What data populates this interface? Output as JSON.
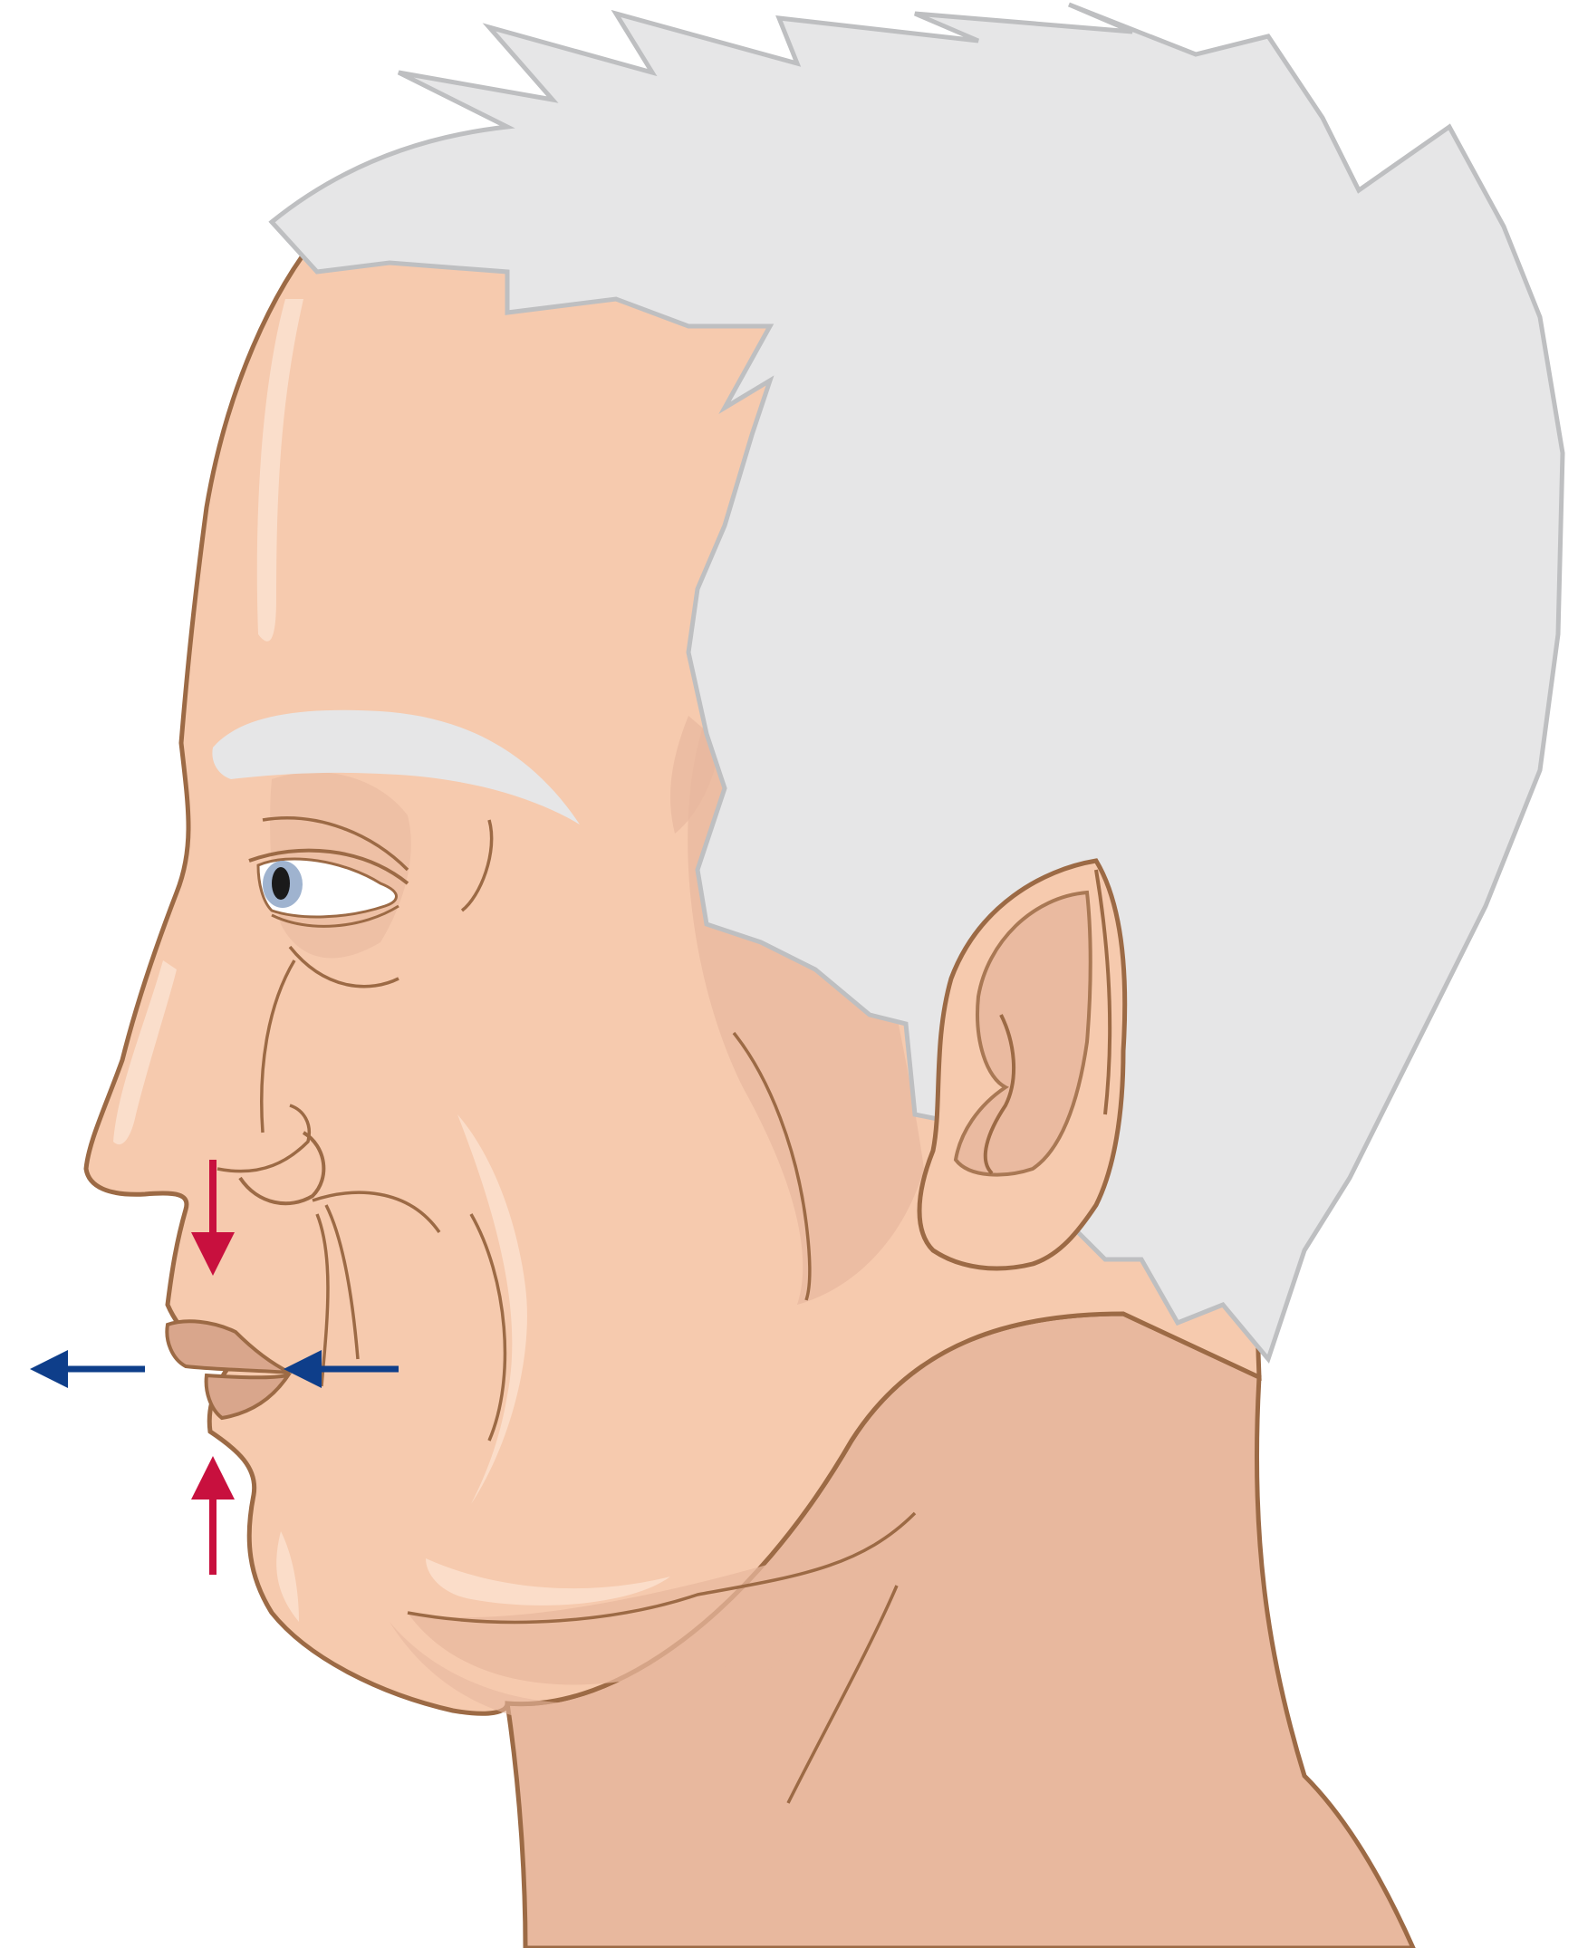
{
  "figure": {
    "subject": "elderly-man-head-profile",
    "colors": {
      "skin": "#F6CAAE",
      "skin_shadow": "#E8B89E",
      "skin_outline": "#9C6A45",
      "skin_highlight": "#FBE0CE",
      "hair": "#E6E6E7",
      "hair_outline": "#BEBFC1",
      "lips": "#D9A68C",
      "eye_white": "#FFFFFF",
      "iris": "#9FB3CF",
      "pupil": "#1A1A1A",
      "vertical_arrows": "#C8103E",
      "horizontal_arrows": "#0E3E8A"
    },
    "arrows": [
      {
        "id": "upper-lip-down",
        "direction": "down",
        "color_key": "vertical_arrows"
      },
      {
        "id": "lower-lip-up",
        "direction": "up",
        "color_key": "vertical_arrows"
      },
      {
        "id": "lips-forward",
        "direction": "left",
        "color_key": "horizontal_arrows"
      },
      {
        "id": "cheek-inward",
        "direction": "left",
        "color_key": "horizontal_arrows"
      }
    ]
  }
}
